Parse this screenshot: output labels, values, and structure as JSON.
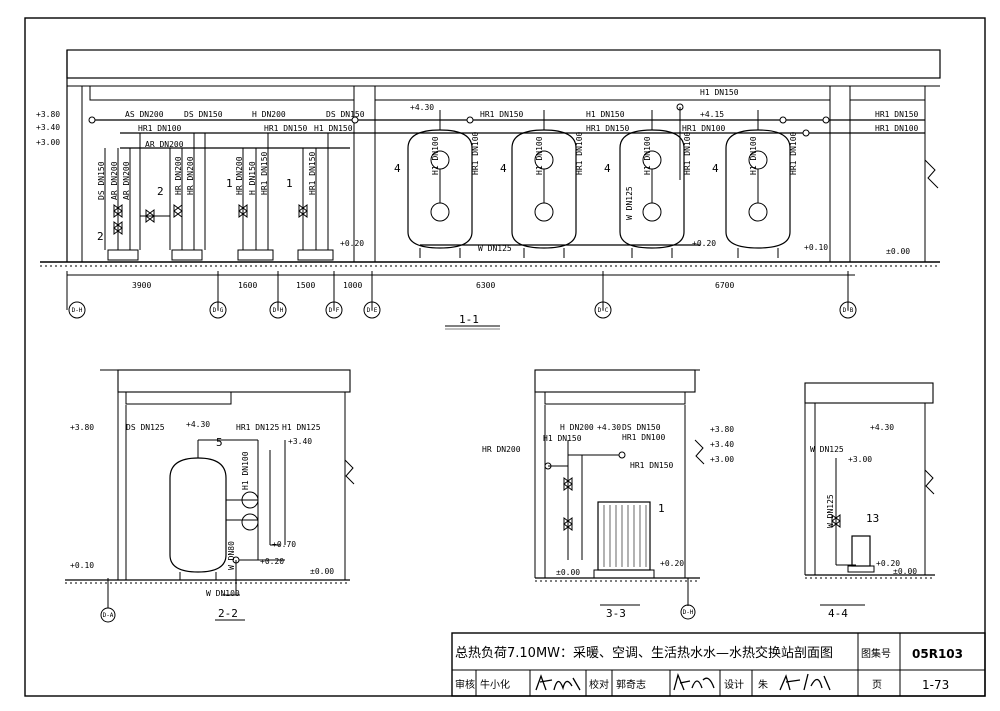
{
  "sections": {
    "s11": {
      "title": "1-1",
      "elevations": [
        "+3.80",
        "+3.40",
        "+3.00",
        "+4.30",
        "+4.15",
        "+0.20",
        "+0.20",
        "+0.10",
        "±0.00"
      ],
      "pipe_labels": [
        "AS DN200",
        "DS DN150",
        "H DN200",
        "DS DN150",
        "HR1 DN100",
        "AR DN200",
        "HR1 DN150",
        "H1 DN150",
        "HR1 DN150",
        "H1 DN150",
        "HR1 DN150",
        "HR1 DN100",
        "H1 DN150",
        "HR1 DN150",
        "HR1 DN100",
        "W DN125"
      ],
      "vertical_labels": [
        "DS DN150",
        "AR DN200",
        "AR DN200",
        "HR DN200",
        "HR DN200",
        "HR DN200",
        "H DN150",
        "HR1 DN150",
        "HR1 DN150",
        "H1 DN100",
        "HR1 DN100",
        "H1 DN100",
        "HR1 DN100",
        "H1 DN100",
        "HR1 DN100",
        "W DN125",
        "H1 DN100",
        "HR1 DN100"
      ],
      "callouts": [
        "2",
        "2",
        "1",
        "1",
        "4",
        "4",
        "4",
        "4"
      ],
      "dimensions": [
        "3900",
        "1600",
        "1500",
        "1000",
        "6300",
        "6700"
      ],
      "axes": [
        "D-H",
        "D-G",
        "D-H",
        "D-F",
        "D-E",
        "D-C",
        "D-B"
      ]
    },
    "s22": {
      "title": "2-2",
      "labels": [
        "DS DN125",
        "HR1 DN125",
        "H1 DN125",
        "W DN100"
      ],
      "vertical_labels": [
        "H1 DN100",
        "W DN80"
      ],
      "elevations": [
        "+3.80",
        "+4.30",
        "+3.40",
        "+0.70",
        "+0.20",
        "+0.10",
        "±0.00"
      ],
      "callouts": [
        "5"
      ],
      "axis": "D-A"
    },
    "s33": {
      "title": "3-3",
      "labels": [
        "H DN200",
        "DS DN150",
        "H1 DN150",
        "HR1 DN100",
        "HR DN200",
        "HR1 DN150"
      ],
      "elevations": [
        "+4.30",
        "+3.80",
        "+3.40",
        "+3.00",
        "±0.00",
        "+0.20"
      ],
      "callouts": [
        "1"
      ],
      "axis": "D-H"
    },
    "s44": {
      "title": "4-4",
      "labels": [
        "W DN125"
      ],
      "vertical_labels": [
        "W DN125"
      ],
      "elevations": [
        "+4.30",
        "+3.00",
        "+0.20",
        "±0.00"
      ],
      "callouts": [
        "13"
      ]
    }
  },
  "title_block": {
    "title": "总热负荷7.10MW：采暖、空调、生活热水水—水热交换站剖面图",
    "set_label": "图集号",
    "set_number": "05R103",
    "review_label": "审核",
    "reviewer": "牛小化",
    "check_label": "校对",
    "checker": "郭奇志",
    "design_label": "设计",
    "designer": "朱",
    "page_label": "页",
    "page_number": "1-73"
  }
}
